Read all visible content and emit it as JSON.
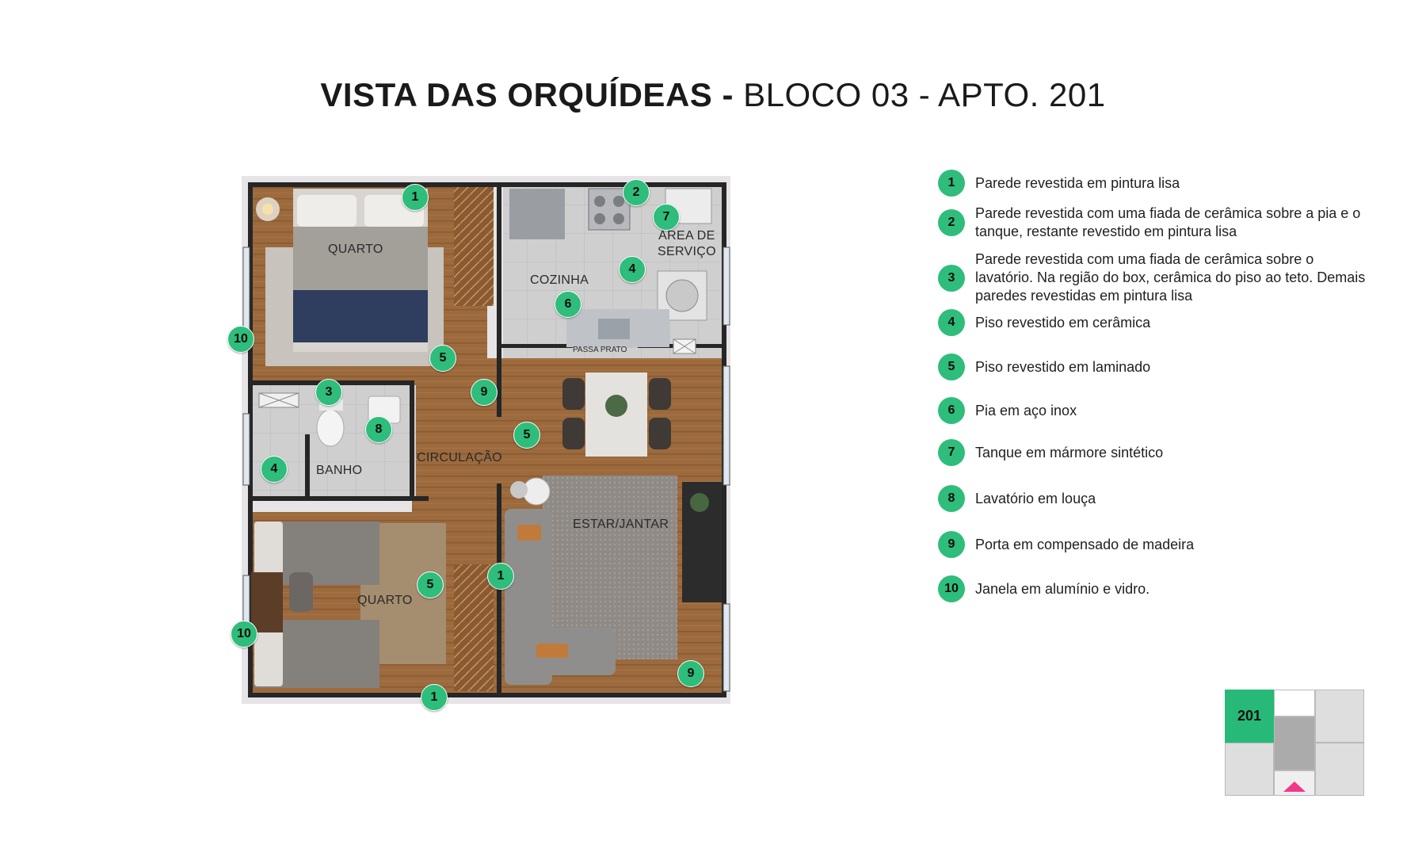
{
  "header": {
    "title_bold": "VISTA DAS ORQUÍDEAS -",
    "title_light": "BLOCO 03 - APTO. 201"
  },
  "plan": {
    "rooms": {
      "quarto_top": "QUARTO",
      "cozinha": "COZINHA",
      "area_servico_line1": "ÁREA DE",
      "area_servico_line2": "SERVIÇO",
      "passa_prato": "PASSA PRATO",
      "banho": "BANHO",
      "circulacao": "CIRCULAÇÃO",
      "estar_jantar": "ESTAR/JANTAR",
      "quarto_bottom": "QUARTO"
    },
    "markers": [
      "1",
      "2",
      "7",
      "4",
      "10",
      "6",
      "5",
      "3",
      "9",
      "8",
      "4",
      "5",
      "5",
      "1",
      "10",
      "1",
      "9"
    ]
  },
  "legend": [
    {
      "num": "1",
      "text": "Parede revestida em pintura lisa"
    },
    {
      "num": "2",
      "text": "Parede revestida com uma fiada de cerâmica sobre a pia e o tanque, restante revestido em pintura lisa"
    },
    {
      "num": "3",
      "text": "Parede revestida com uma fiada de cerâmica sobre o lavatório. Na região do box, cerâmica do piso ao teto. Demais paredes revestidas em pintura lisa"
    },
    {
      "num": "4",
      "text": "Piso revestido em cerâmica"
    },
    {
      "num": "5",
      "text": "Piso revestido em laminado"
    },
    {
      "num": "6",
      "text": "Pia em aço inox"
    },
    {
      "num": "7",
      "text": "Tanque em mármore sintético"
    },
    {
      "num": "8",
      "text": "Lavatório em louça"
    },
    {
      "num": "9",
      "text": "Porta em compensado de madeira"
    },
    {
      "num": "10",
      "text": "Janela em alumínio e vidro."
    }
  ],
  "keyplan": {
    "unit_label": "201",
    "active_color": "#27b978",
    "arrow_color": "#ef3a8a"
  },
  "colors": {
    "marker_green": "#2ebd7b",
    "wall": "#2a2a2a",
    "laminate": "#9a6a3e",
    "ceramic": "#c9c9c9"
  }
}
